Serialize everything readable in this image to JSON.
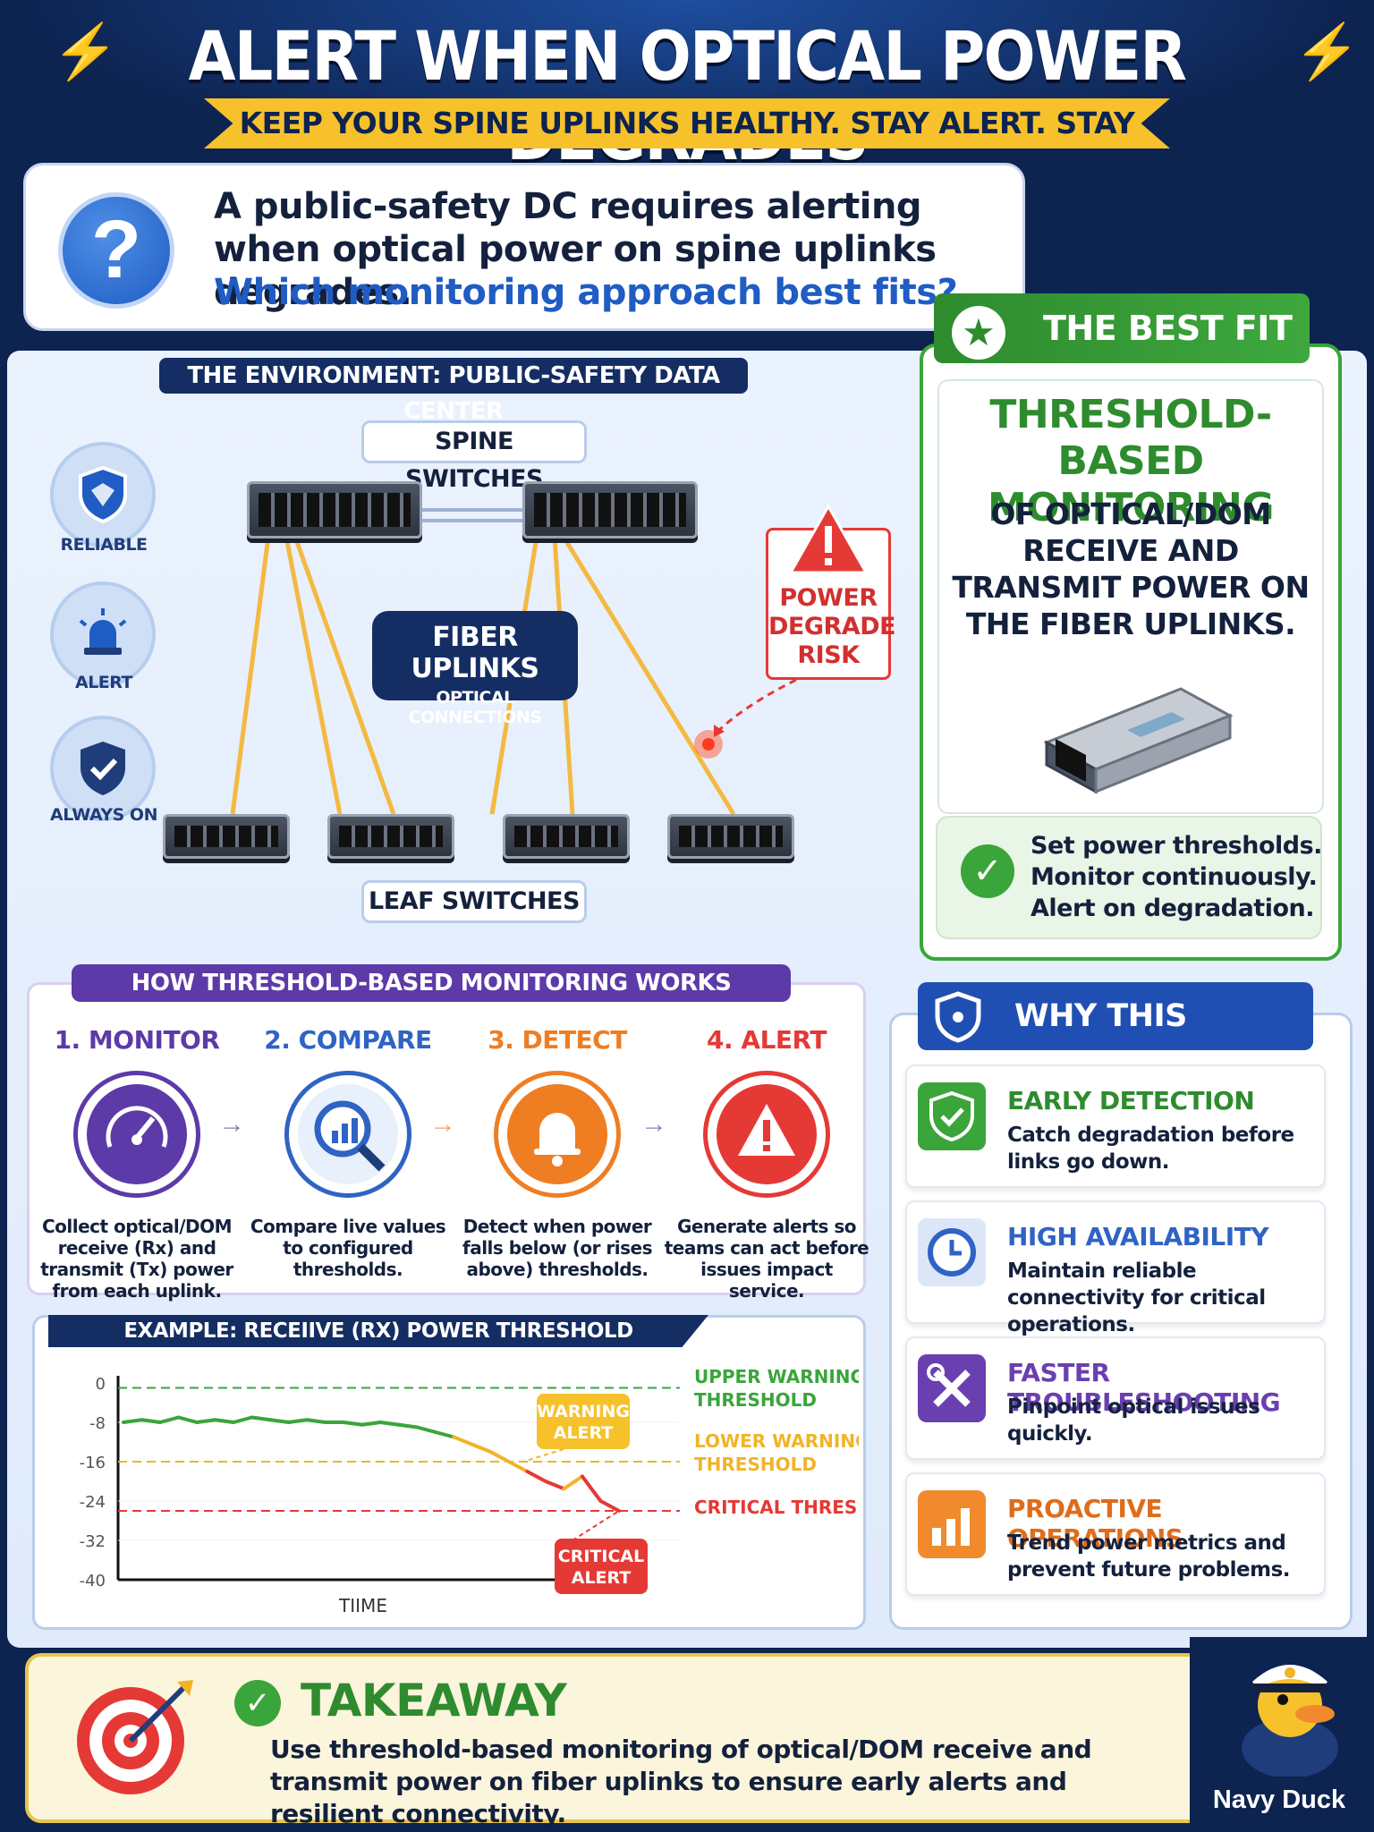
{
  "header": {
    "title": "ALERT WHEN OPTICAL POWER DEGRADES",
    "subtitle": "KEEP YOUR SPINE UPLINKS HEALTHY. STAY ALERT. STAY SAFE."
  },
  "question": {
    "line1": "A public-safety DC requires alerting when optical power on spine uplinks degrades.",
    "line2": "Which monitoring approach best fits?"
  },
  "environment": {
    "tag": "THE ENVIRONMENT: PUBLIC-SAFETY DATA CENTER",
    "spine_label": "SPINE SWITCHES",
    "leaf_label": "LEAF SWITCHES",
    "fiber_title": "FIBER UPLINKS",
    "fiber_sub": "OPTICAL CONNECTIONS",
    "risk": "POWER DEGRADE RISK",
    "side": [
      {
        "label": "RELIABLE",
        "icon": "shield-icon"
      },
      {
        "label": "ALERT",
        "icon": "siren-icon"
      },
      {
        "label": "ALWAYS ON",
        "icon": "shield-check-icon"
      }
    ]
  },
  "best_fit": {
    "header": "THE BEST FIT",
    "title": "THRESHOLD-BASED MONITORING",
    "subtitle": "OF OPTICAL/DOM RECEIVE AND TRANSMIT POWER ON THE FIBER UPLINKS.",
    "check_lines": [
      "Set power thresholds.",
      "Monitor continuously.",
      "Alert on degradation."
    ]
  },
  "how": {
    "tag": "HOW THRESHOLD-BASED MONITORING WORKS",
    "steps": [
      {
        "title": "1. MONITOR",
        "desc": "Collect optical/DOM receive (Rx) and transmit (Tx) power from each uplink.",
        "color": "#5c3aa8",
        "icon": "gauge-icon"
      },
      {
        "title": "2. COMPARE",
        "desc": "Compare live values to configured thresholds.",
        "color": "#2f63c4",
        "icon": "magnifier-chart-icon"
      },
      {
        "title": "3. DETECT",
        "desc": "Detect when power falls below (or rises above) thresholds.",
        "color": "#ef7d22",
        "icon": "bell-icon"
      },
      {
        "title": "4. ALERT",
        "desc": "Generate alerts so teams can act before issues impact service.",
        "color": "#e53935",
        "icon": "warning-icon"
      }
    ]
  },
  "chart_data": {
    "type": "line",
    "title": "EXAMPLE: RECEIIVE (RX) POWER THRESHOLD MONITORING",
    "xlabel": "TIIME",
    "ylabel": "",
    "ylim": [
      -40,
      0
    ],
    "yticks": [
      "0",
      "-8",
      "-16",
      "-24",
      "-32",
      "-40"
    ],
    "series": [
      {
        "values": [
          -8,
          -7.5,
          -8,
          -7,
          -8,
          -7.5,
          -8,
          -7,
          -7.5,
          -8,
          -7.5,
          -8,
          -8,
          -8.5,
          -8,
          -8.5,
          -9,
          -10,
          -11,
          -12.5,
          -14,
          -16,
          -18,
          -20,
          -21.5,
          -19,
          -24,
          -26
        ]
      }
    ],
    "thresholds": [
      {
        "label": "UPPER WARNING THRESHOLD",
        "value": -1,
        "color": "#3aa53a"
      },
      {
        "label": "LOWER WARNING THRESHOLD",
        "value": -16,
        "color": "#f0b429"
      },
      {
        "label": "CRITICAL THRESHOLD",
        "value": -26,
        "color": "#e53935"
      }
    ],
    "annotations": [
      {
        "label": "WARNING ALERT",
        "color": "#f0b429"
      },
      {
        "label": "CRITICAL ALERT",
        "color": "#e53935"
      }
    ]
  },
  "why": {
    "header": "WHY THIS MATTERS",
    "items": [
      {
        "title": "EARLY DETECTION",
        "desc": "Catch degradation before links go down.",
        "color": "#3aa53a",
        "icon": "shield-check-icon"
      },
      {
        "title": "HIGH AVAILABILITY",
        "desc": "Maintain reliable connectivity for critical operations.",
        "color": "#2f63c4",
        "icon": "clock-icon"
      },
      {
        "title": "FASTER TROUBLESHOOTING",
        "desc": "Pinpoint optical issues quickly.",
        "color": "#6a3fb0",
        "icon": "tools-icon"
      },
      {
        "title": "PROACTIVE OPERATIONS",
        "desc": "Trend power metrics and prevent future problems.",
        "color": "#e06c1a",
        "icon": "bar-chart-icon"
      }
    ]
  },
  "takeaway": {
    "title": "TAKEAWAY",
    "text": "Use threshold-based monitoring of optical/DOM receive and transmit power on fiber uplinks to ensure early alerts and resilient connectivity."
  },
  "brand": {
    "name": "Navy Duck"
  }
}
